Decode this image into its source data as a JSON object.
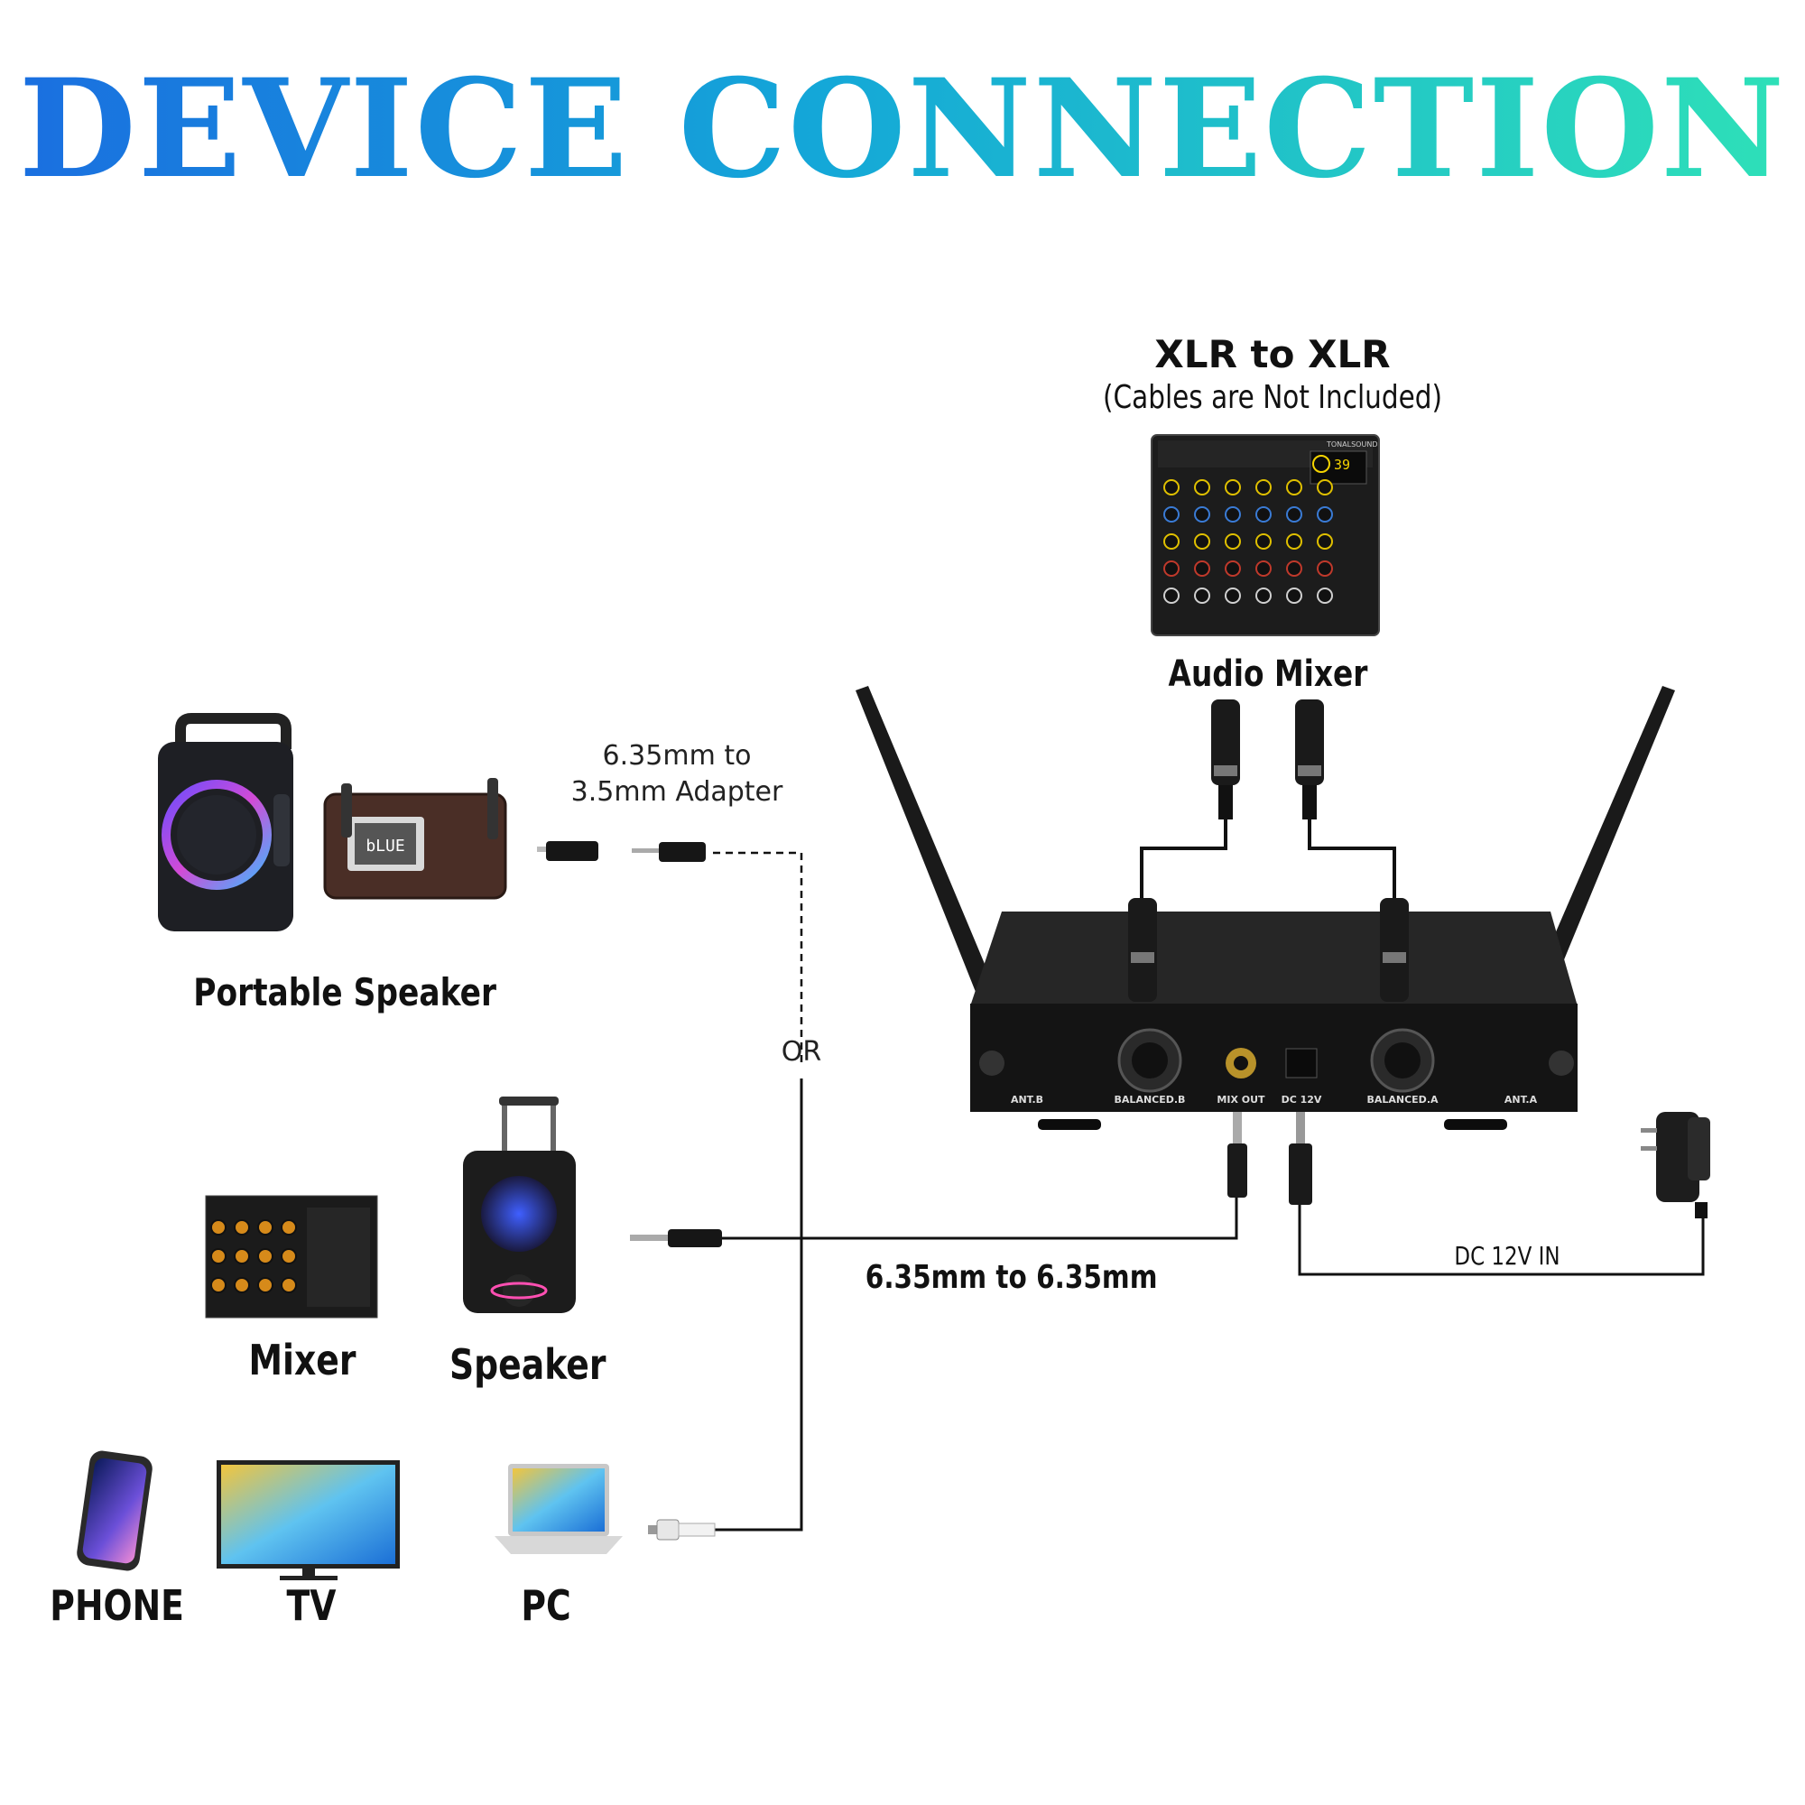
{
  "title": "DEVICE CONNECTION",
  "mixer_cable": {
    "heading": "XLR to XLR",
    "note": "(Cables are Not Included)"
  },
  "devices": {
    "audio_mixer": "Audio Mixer",
    "portable_speaker": "Portable Speaker",
    "mixer": "Mixer",
    "speaker": "Speaker",
    "phone": "PHONE",
    "tv": "TV",
    "pc": "PC"
  },
  "cables": {
    "adapter_line1": "6.35mm to",
    "adapter_line2": "3.5mm Adapter",
    "or": "OR",
    "quarter_inch": "6.35mm to 6.35mm",
    "dc_in": "DC 12V IN"
  },
  "receiver_ports": {
    "ant_b": "ANT.B",
    "balanced_b": "BALANCED.B",
    "mix_out": "MIX OUT",
    "dc_12v": "DC 12V",
    "balanced_a": "BALANCED.A",
    "ant_a": "ANT.A"
  },
  "mixer_screen": {
    "brand": "TONALSOUND",
    "display": "39"
  },
  "speaker_screen": "bLUE",
  "colors": {
    "title_start": "#1a6fe0",
    "title_end": "#2ee0b8",
    "device_black": "#161616",
    "cable": "#111111"
  }
}
